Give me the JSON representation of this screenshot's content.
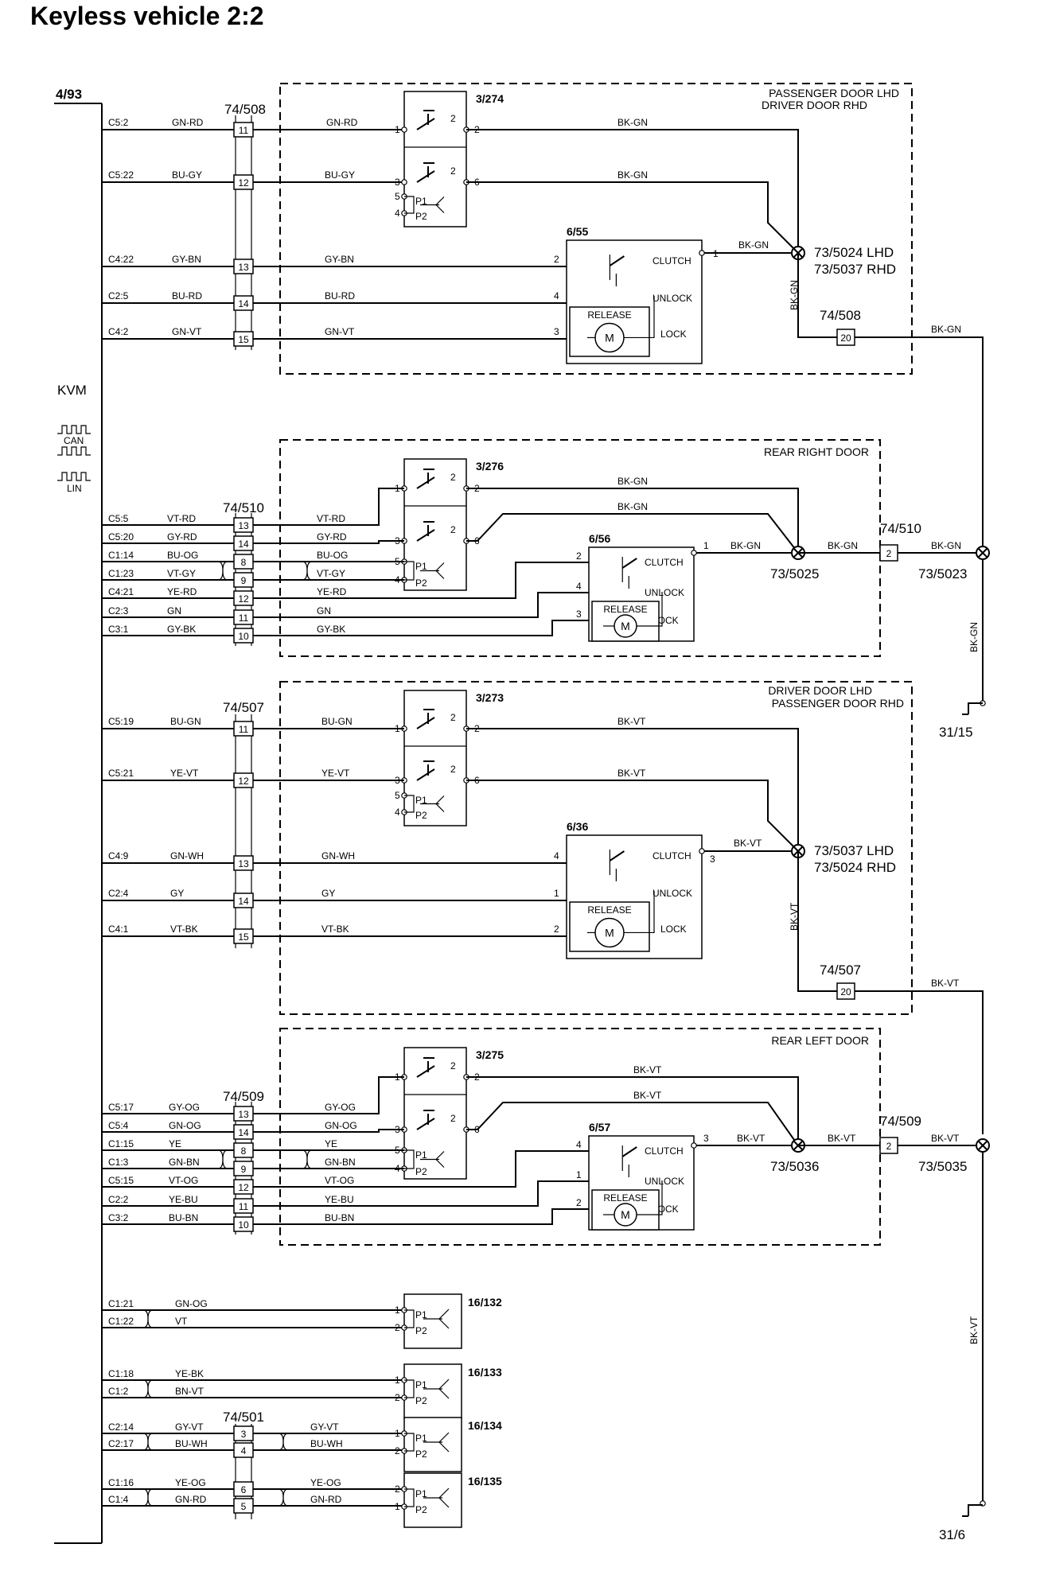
{
  "title": "Keyless vehicle 2:2",
  "kvm": {
    "label": "KVM",
    "ref": "4/93",
    "can": "CAN",
    "lin": "LIN"
  },
  "sections": {
    "s1": {
      "door": [
        "PASSENGER DOOR LHD",
        "DRIVER DOOR RHD"
      ],
      "connector": "74/508",
      "switch": "3/274",
      "actuator": "6/55",
      "splice": [
        "73/5024 LHD",
        "73/5037 RHD"
      ],
      "ground_conn": "74/508",
      "ground_pin": "20",
      "ground_wire_v": "BK-GN",
      "ground_wire_out": "BK-GN",
      "rows": [
        {
          "c": "C5:2",
          "w": "GN-RD",
          "p": "11"
        },
        {
          "c": "C5:22",
          "w": "BU-GY",
          "p": "12"
        },
        {
          "c": "C4:22",
          "w": "GY-BN",
          "p": "13"
        },
        {
          "c": "C2:5",
          "w": "BU-RD",
          "p": "14"
        },
        {
          "c": "C4:2",
          "w": "GN-VT",
          "p": "15"
        }
      ],
      "sw_pins": [
        "1",
        "2",
        "3",
        "6",
        "5",
        "4"
      ],
      "act_pins": [
        "2",
        "1",
        "4",
        "3"
      ],
      "out_wires": [
        "BK-GN",
        "BK-GN",
        "BK-GN"
      ]
    },
    "s2": {
      "door": [
        "REAR RIGHT DOOR"
      ],
      "connector": "74/510",
      "switch": "3/276",
      "actuator": "6/56",
      "splice": "73/5025",
      "out_conn": "74/510",
      "out_pin": "2",
      "ext_splice": "73/5023",
      "rows": [
        {
          "c": "C5:5",
          "w": "VT-RD",
          "p": "13"
        },
        {
          "c": "C5:20",
          "w": "GY-RD",
          "p": "14"
        },
        {
          "c": "C1:14",
          "w": "BU-OG",
          "p": "8"
        },
        {
          "c": "C1:23",
          "w": "VT-GY",
          "p": "9"
        },
        {
          "c": "C4:21",
          "w": "YE-RD",
          "p": "12"
        },
        {
          "c": "C2:3",
          "w": "GN",
          "p": "11"
        },
        {
          "c": "C3:1",
          "w": "GY-BK",
          "p": "10"
        }
      ],
      "sw_pins": [
        "1",
        "2",
        "3",
        "6",
        "5",
        "4"
      ],
      "act_pins": [
        "2",
        "1",
        "4",
        "3"
      ],
      "out_wires": [
        "BK-GN",
        "BK-GN",
        "BK-GN",
        "BK-GN",
        "BK-GN"
      ],
      "vert_wire": "BK-GN",
      "ground": "31/15"
    },
    "s3": {
      "door": [
        "DRIVER DOOR LHD",
        "PASSENGER DOOR RHD"
      ],
      "connector": "74/507",
      "switch": "3/273",
      "actuator": "6/36",
      "splice": [
        "73/5037 LHD",
        "73/5024 RHD"
      ],
      "ground_conn": "74/507",
      "ground_pin": "20",
      "ground_wire_v": "BK-VT",
      "ground_wire_out": "BK-VT",
      "rows": [
        {
          "c": "C5:19",
          "w": "BU-GN",
          "p": "11"
        },
        {
          "c": "C5:21",
          "w": "YE-VT",
          "p": "12"
        },
        {
          "c": "C4:9",
          "w": "GN-WH",
          "p": "13"
        },
        {
          "c": "C2:4",
          "w": "GY",
          "p": "14"
        },
        {
          "c": "C4:1",
          "w": "VT-BK",
          "p": "15"
        }
      ],
      "sw_pins": [
        "1",
        "2",
        "3",
        "6",
        "5",
        "4"
      ],
      "act_pins": [
        "4",
        "3",
        "1",
        "2"
      ],
      "out_wires": [
        "BK-VT",
        "BK-VT",
        "BK-VT"
      ]
    },
    "s4": {
      "door": [
        "REAR LEFT DOOR"
      ],
      "connector": "74/509",
      "switch": "3/275",
      "actuator": "6/57",
      "splice": "73/5036",
      "out_conn": "74/509",
      "out_pin": "2",
      "ext_splice": "73/5035",
      "rows": [
        {
          "c": "C5:17",
          "w": "GY-OG",
          "p": "13"
        },
        {
          "c": "C5:4",
          "w": "GN-OG",
          "p": "14"
        },
        {
          "c": "C1:15",
          "w": "YE",
          "p": "8"
        },
        {
          "c": "C1:3",
          "w": "GN-BN",
          "p": "9"
        },
        {
          "c": "C5:15",
          "w": "VT-OG",
          "p": "12"
        },
        {
          "c": "C2:2",
          "w": "YE-BU",
          "p": "11"
        },
        {
          "c": "C3:2",
          "w": "BU-BN",
          "p": "10"
        }
      ],
      "sw_pins": [
        "1",
        "2",
        "3",
        "6",
        "5",
        "4"
      ],
      "act_pins": [
        "4",
        "3",
        "1",
        "2"
      ],
      "out_wires": [
        "BK-VT",
        "BK-VT",
        "BK-VT",
        "BK-VT",
        "BK-VT"
      ],
      "vert_wire": "BK-VT",
      "ground": "31/6"
    }
  },
  "actuator_labels": {
    "clutch": "CLUTCH",
    "unlock": "UNLOCK",
    "lock": "LOCK",
    "release": "RELEASE",
    "motor": "M"
  },
  "switch_labels": {
    "p1": "P1",
    "p2": "P2"
  },
  "antennas": {
    "a1": {
      "id": "16/132",
      "rows": [
        {
          "c": "C1:21",
          "w": "GN-OG",
          "pin": "1"
        },
        {
          "c": "C1:22",
          "w": "VT",
          "pin": "2"
        }
      ]
    },
    "a2": {
      "id": "16/133",
      "rows": [
        {
          "c": "C1:18",
          "w": "YE-BK",
          "pin": "1"
        },
        {
          "c": "C1:2",
          "w": "BN-VT",
          "pin": "2"
        }
      ]
    },
    "a3": {
      "id": "16/134",
      "conn": "74/501",
      "rows": [
        {
          "c": "C2:14",
          "w": "GY-VT",
          "p": "3",
          "pin": "1"
        },
        {
          "c": "C2:17",
          "w": "BU-WH",
          "p": "4",
          "pin": "2"
        }
      ]
    },
    "a4": {
      "id": "16/135",
      "rows": [
        {
          "c": "C1:16",
          "w": "YE-OG",
          "p": "6",
          "pin": "2"
        },
        {
          "c": "C1:4",
          "w": "GN-RD",
          "p": "5",
          "pin": "1"
        }
      ]
    }
  },
  "colors": {
    "line": "#000000",
    "background": "#ffffff"
  }
}
